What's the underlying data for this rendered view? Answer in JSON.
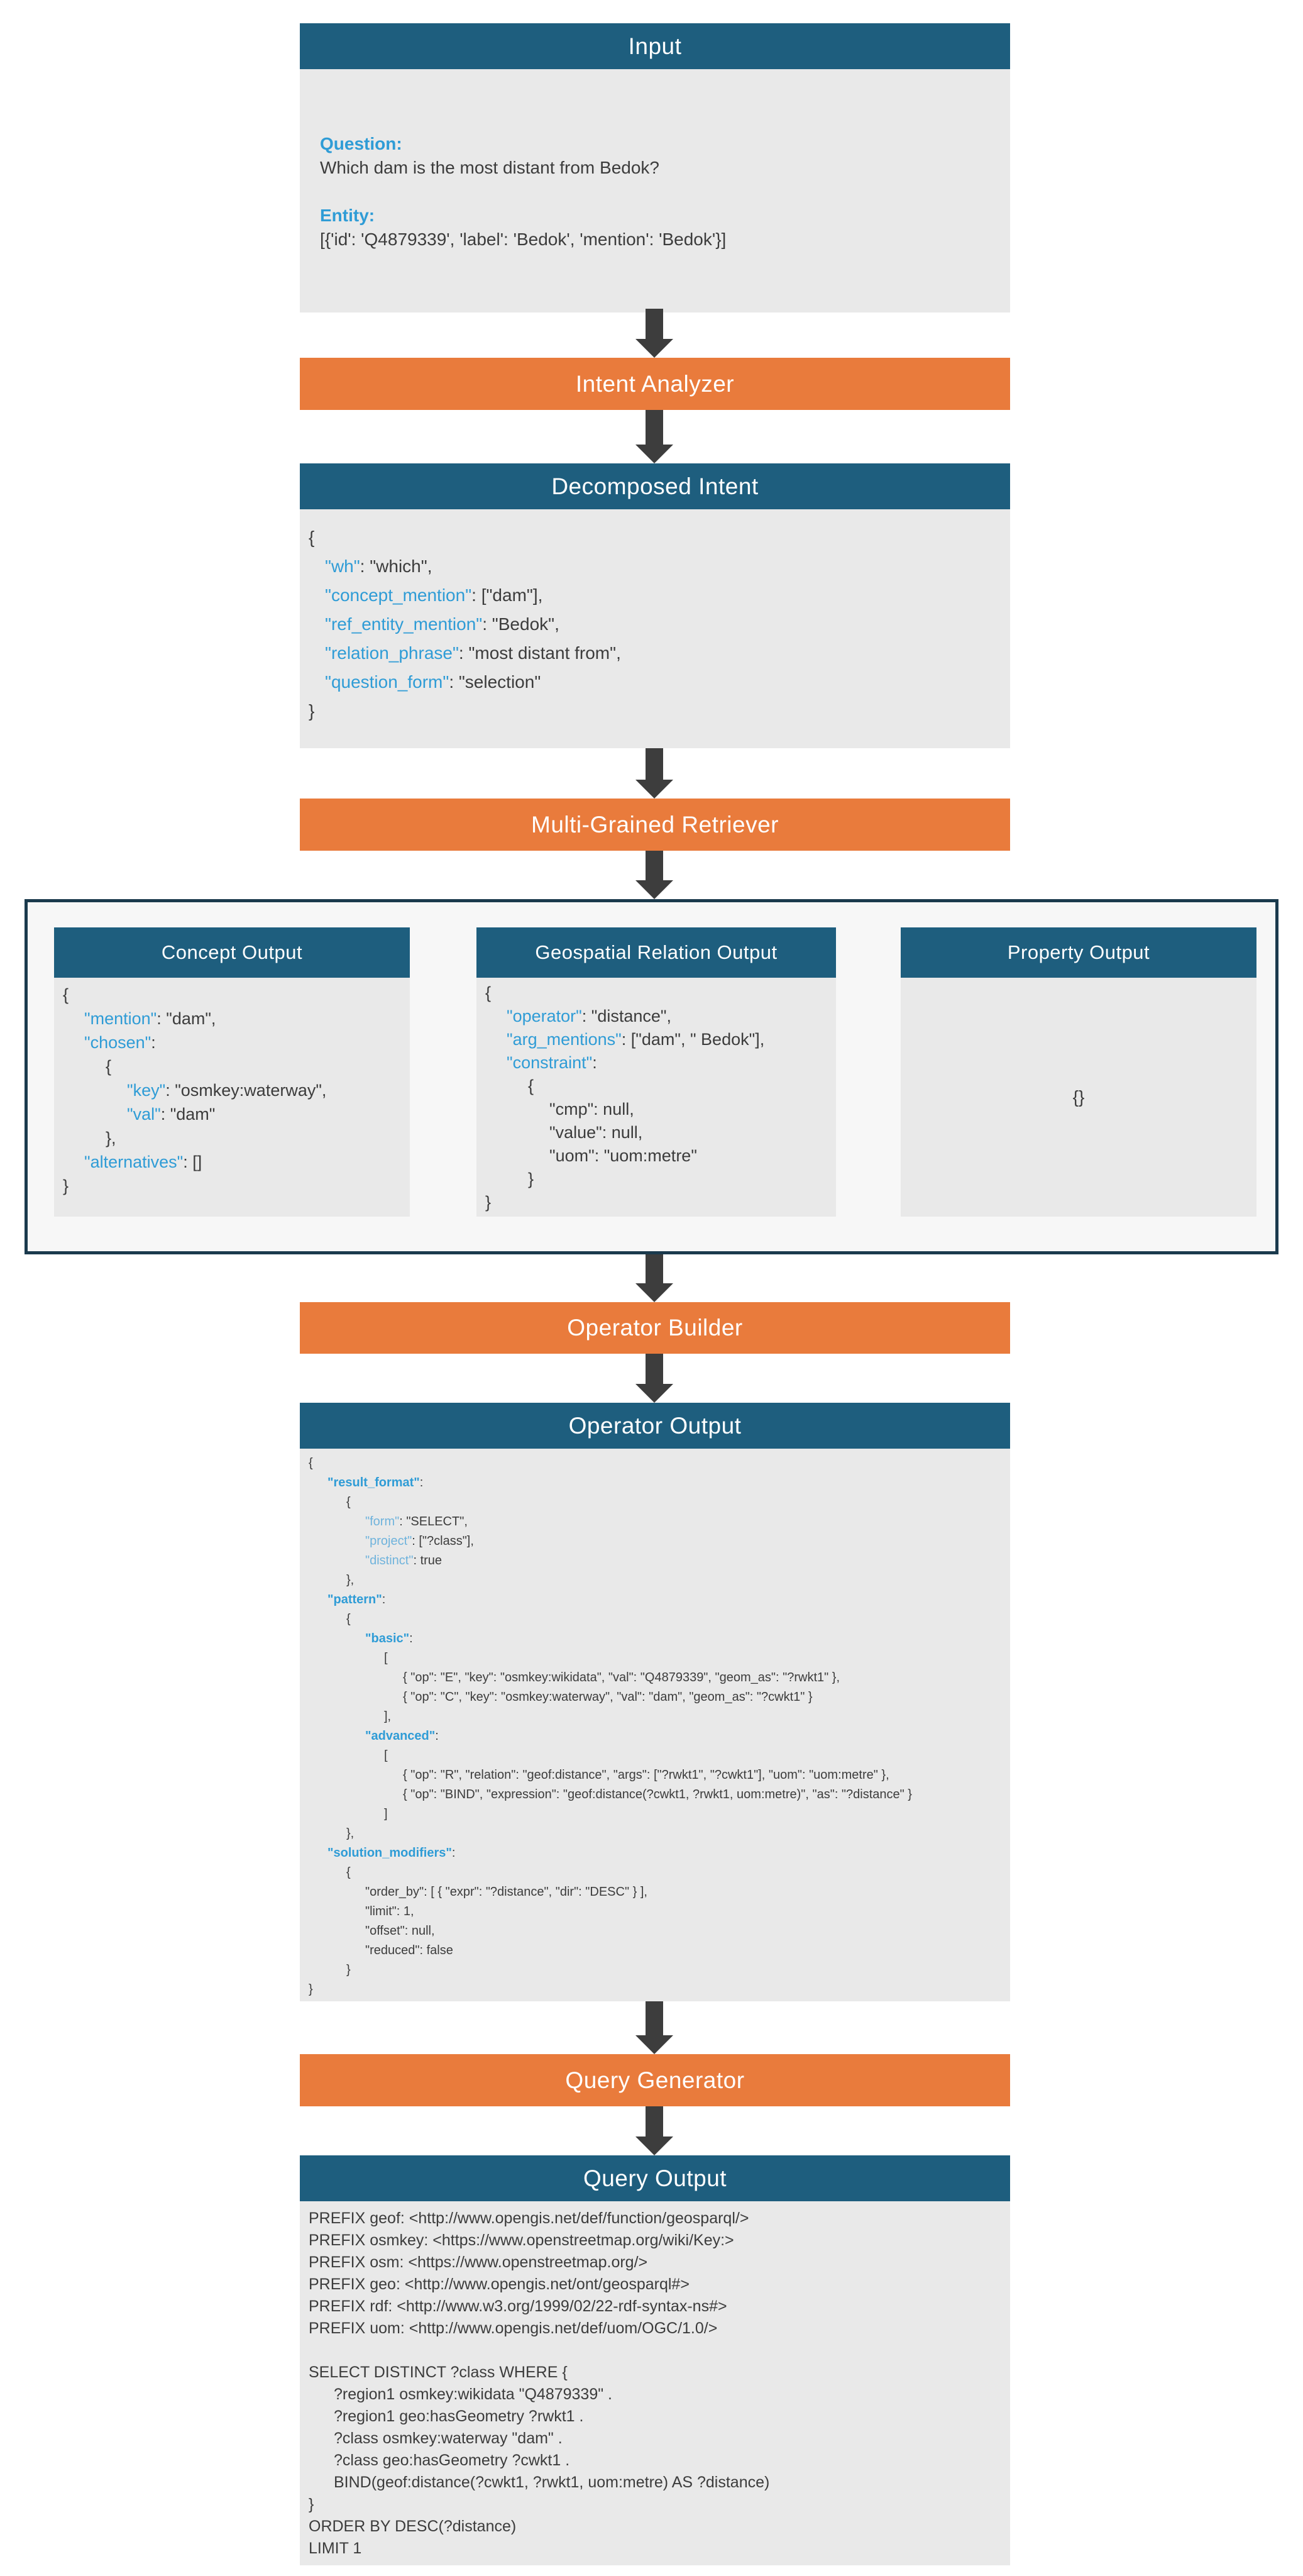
{
  "colors": {
    "header-teal": "#1E5E7E",
    "stage-orange": "#E97B3C",
    "panel-gray": "#E9E9E9",
    "container-bg": "#F7F7F7",
    "container-border": "#1B3A4D",
    "arrow-gray": "#3D3D3D",
    "key-blue": "#2F9CD6",
    "key-blue-light": "#6FB3DC",
    "code-dark": "#3C3C3C"
  },
  "input": {
    "title": "Input",
    "question_label": "Question:",
    "question": "Which dam is the most distant from Bedok?",
    "entity_label": "Entity:",
    "entity": "[{'id': 'Q4879339', 'label': 'Bedok', 'mention': 'Bedok'}]"
  },
  "stages": {
    "intent_analyzer": "Intent Analyzer",
    "multi_grained_retriever": "Multi-Grained Retriever",
    "operator_builder": "Operator Builder",
    "query_generator": "Query Generator"
  },
  "boxes": {
    "decomposed_intent": "Decomposed Intent",
    "concept_output": "Concept Output",
    "geospatial_output": "Geospatial Relation Output",
    "property_output": "Property Output",
    "operator_output": "Operator Output",
    "query_output": "Query Output"
  },
  "property_output_body": "{}",
  "code": {
    "decomposed_intent": [
      {
        "i": 0,
        "s": [
          [
            "p",
            "{"
          ]
        ]
      },
      {
        "i": 1,
        "s": [
          [
            "k",
            "\"wh\""
          ],
          [
            "p",
            ": \"which\","
          ]
        ]
      },
      {
        "i": 1,
        "s": [
          [
            "k",
            "\"concept_mention\""
          ],
          [
            "p",
            ": [\"dam\"],"
          ]
        ]
      },
      {
        "i": 1,
        "s": [
          [
            "k",
            "\"ref_entity_mention\""
          ],
          [
            "p",
            ": \"Bedok\","
          ]
        ]
      },
      {
        "i": 1,
        "s": [
          [
            "k",
            "\"relation_phrase\""
          ],
          [
            "p",
            ": \"most distant from\","
          ]
        ]
      },
      {
        "i": 1,
        "s": [
          [
            "k",
            "\"question_form\""
          ],
          [
            "p",
            ": \"selection\""
          ]
        ]
      },
      {
        "i": 0,
        "s": [
          [
            "p",
            "}"
          ]
        ]
      }
    ],
    "concept_output": [
      {
        "i": 0,
        "s": [
          [
            "p",
            "{"
          ]
        ]
      },
      {
        "i": 1,
        "s": [
          [
            "k",
            "\"mention\""
          ],
          [
            "p",
            ": \"dam\","
          ]
        ]
      },
      {
        "i": 1,
        "s": [
          [
            "k",
            "\"chosen\""
          ],
          [
            "p",
            ":"
          ]
        ]
      },
      {
        "i": 2,
        "s": [
          [
            "p",
            "{"
          ]
        ]
      },
      {
        "i": 3,
        "s": [
          [
            "k",
            "\"key\""
          ],
          [
            "p",
            ": \"osmkey:waterway\","
          ]
        ]
      },
      {
        "i": 3,
        "s": [
          [
            "k",
            "\"val\""
          ],
          [
            "p",
            ": \"dam\""
          ]
        ]
      },
      {
        "i": 2,
        "s": [
          [
            "p",
            "},"
          ]
        ]
      },
      {
        "i": 1,
        "s": [
          [
            "k",
            "\"alternatives\""
          ],
          [
            "p",
            ": []"
          ]
        ]
      },
      {
        "i": 0,
        "s": [
          [
            "p",
            "}"
          ]
        ]
      }
    ],
    "geospatial_output": [
      {
        "i": 0,
        "s": [
          [
            "p",
            "{"
          ]
        ]
      },
      {
        "i": 1,
        "s": [
          [
            "k",
            "\"operator\""
          ],
          [
            "p",
            ": \"distance\","
          ]
        ]
      },
      {
        "i": 1,
        "s": [
          [
            "k",
            "\"arg_mentions\""
          ],
          [
            "p",
            ": [\"dam\", \" Bedok\"],"
          ]
        ]
      },
      {
        "i": 1,
        "s": [
          [
            "k",
            "\"constraint\""
          ],
          [
            "p",
            ":"
          ]
        ]
      },
      {
        "i": 2,
        "s": [
          [
            "p",
            "{"
          ]
        ]
      },
      {
        "i": 3,
        "s": [
          [
            "p",
            "\"cmp\": null,"
          ]
        ]
      },
      {
        "i": 3,
        "s": [
          [
            "p",
            "\"value\": null,"
          ]
        ]
      },
      {
        "i": 3,
        "s": [
          [
            "p",
            "\"uom\": \"uom:metre\""
          ]
        ]
      },
      {
        "i": 2,
        "s": [
          [
            "p",
            "}"
          ]
        ]
      },
      {
        "i": 0,
        "s": [
          [
            "p",
            "}"
          ]
        ]
      }
    ],
    "operator_output": [
      {
        "i": 0,
        "s": [
          [
            "p",
            "{"
          ]
        ]
      },
      {
        "i": 1,
        "s": [
          [
            "b",
            "\"result_format\""
          ],
          [
            "p",
            ":"
          ]
        ]
      },
      {
        "i": 2,
        "s": [
          [
            "p",
            "{"
          ]
        ]
      },
      {
        "i": 3,
        "s": [
          [
            "l",
            "\"form\""
          ],
          [
            "p",
            ": \"SELECT\","
          ]
        ]
      },
      {
        "i": 3,
        "s": [
          [
            "l",
            "\"project\""
          ],
          [
            "p",
            ": [\"?class\"],"
          ]
        ]
      },
      {
        "i": 3,
        "s": [
          [
            "l",
            "\"distinct\""
          ],
          [
            "p",
            ": true"
          ]
        ]
      },
      {
        "i": 2,
        "s": [
          [
            "p",
            "},"
          ]
        ]
      },
      {
        "i": 1,
        "s": [
          [
            "b",
            "\"pattern\""
          ],
          [
            "p",
            ":"
          ]
        ]
      },
      {
        "i": 2,
        "s": [
          [
            "p",
            "{"
          ]
        ]
      },
      {
        "i": 3,
        "s": [
          [
            "b",
            "\"basic\""
          ],
          [
            "p",
            ":"
          ]
        ]
      },
      {
        "i": 4,
        "s": [
          [
            "p",
            "["
          ]
        ]
      },
      {
        "i": 5,
        "s": [
          [
            "p",
            "{ \"op\": \"E\", \"key\": \"osmkey:wikidata\", \"val\": \"Q4879339\", \"geom_as\": \"?rwkt1\" },"
          ]
        ]
      },
      {
        "i": 5,
        "s": [
          [
            "p",
            "{ \"op\": \"C\", \"key\": \"osmkey:waterway\", \"val\": \"dam\", \"geom_as\": \"?cwkt1\" }"
          ]
        ]
      },
      {
        "i": 4,
        "s": [
          [
            "p",
            "],"
          ]
        ]
      },
      {
        "i": 3,
        "s": [
          [
            "b",
            "\"advanced\""
          ],
          [
            "p",
            ":"
          ]
        ]
      },
      {
        "i": 4,
        "s": [
          [
            "p",
            "["
          ]
        ]
      },
      {
        "i": 5,
        "s": [
          [
            "p",
            "{ \"op\": \"R\", \"relation\": \"geof:distance\", \"args\": [\"?rwkt1\", \"?cwkt1\"], \"uom\": \"uom:metre\" },"
          ]
        ]
      },
      {
        "i": 5,
        "s": [
          [
            "p",
            "{ \"op\": \"BIND\", \"expression\": \"geof:distance(?cwkt1, ?rwkt1, uom:metre)\", \"as\": \"?distance\" }"
          ]
        ]
      },
      {
        "i": 4,
        "s": [
          [
            "p",
            "]"
          ]
        ]
      },
      {
        "i": 2,
        "s": [
          [
            "p",
            "},"
          ]
        ]
      },
      {
        "i": 1,
        "s": [
          [
            "b",
            "\"solution_modifiers\""
          ],
          [
            "p",
            ":"
          ]
        ]
      },
      {
        "i": 2,
        "s": [
          [
            "p",
            "{"
          ]
        ]
      },
      {
        "i": 3,
        "s": [
          [
            "p",
            "\"order_by\": [ { \"expr\": \"?distance\", \"dir\": \"DESC\" } ],"
          ]
        ]
      },
      {
        "i": 3,
        "s": [
          [
            "p",
            "\"limit\": 1,"
          ]
        ]
      },
      {
        "i": 3,
        "s": [
          [
            "p",
            "\"offset\": null,"
          ]
        ]
      },
      {
        "i": 3,
        "s": [
          [
            "p",
            "\"reduced\": false"
          ]
        ]
      },
      {
        "i": 2,
        "s": [
          [
            "p",
            "}"
          ]
        ]
      },
      {
        "i": 0,
        "s": [
          [
            "p",
            "}"
          ]
        ]
      }
    ],
    "query_output": [
      {
        "i": 0,
        "s": [
          [
            "p",
            "PREFIX geof: <http://www.opengis.net/def/function/geosparql/>"
          ]
        ]
      },
      {
        "i": 0,
        "s": [
          [
            "p",
            "PREFIX osmkey: <https://www.openstreetmap.org/wiki/Key:>"
          ]
        ]
      },
      {
        "i": 0,
        "s": [
          [
            "p",
            "PREFIX osm: <https://www.openstreetmap.org/>"
          ]
        ]
      },
      {
        "i": 0,
        "s": [
          [
            "p",
            "PREFIX geo: <http://www.opengis.net/ont/geosparql#>"
          ]
        ]
      },
      {
        "i": 0,
        "s": [
          [
            "p",
            "PREFIX rdf: <http://www.w3.org/1999/02/22-rdf-syntax-ns#>"
          ]
        ]
      },
      {
        "i": 0,
        "s": [
          [
            "p",
            "PREFIX uom: <http://www.opengis.net/def/uom/OGC/1.0/>"
          ]
        ]
      },
      {
        "i": 0,
        "s": []
      },
      {
        "i": 0,
        "s": [
          [
            "p",
            "SELECT DISTINCT ?class WHERE {"
          ]
        ]
      },
      {
        "i": 1,
        "s": [
          [
            "p",
            "?region1 osmkey:wikidata \"Q4879339\" ."
          ]
        ]
      },
      {
        "i": 1,
        "s": [
          [
            "p",
            "?region1 geo:hasGeometry ?rwkt1 ."
          ]
        ]
      },
      {
        "i": 1,
        "s": [
          [
            "p",
            "?class osmkey:waterway \"dam\" ."
          ]
        ]
      },
      {
        "i": 1,
        "s": [
          [
            "p",
            "?class geo:hasGeometry ?cwkt1 ."
          ]
        ]
      },
      {
        "i": 1,
        "s": [
          [
            "p",
            "BIND(geof:distance(?cwkt1, ?rwkt1, uom:metre) AS ?distance)"
          ]
        ]
      },
      {
        "i": 0,
        "s": [
          [
            "p",
            "}"
          ]
        ]
      },
      {
        "i": 0,
        "s": [
          [
            "p",
            "ORDER BY DESC(?distance)"
          ]
        ]
      },
      {
        "i": 0,
        "s": [
          [
            "p",
            "LIMIT 1"
          ]
        ]
      }
    ]
  }
}
